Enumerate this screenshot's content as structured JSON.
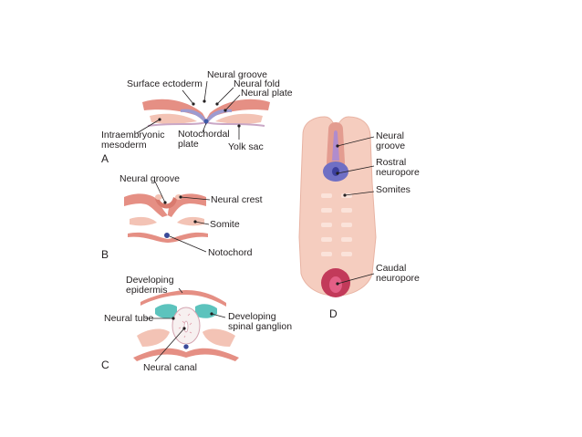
{
  "panels": {
    "a": {
      "letter": "A",
      "labels": {
        "neural_groove": "Neural groove",
        "surface_ectoderm": "Surface ectoderm",
        "neural_fold": "Neural fold",
        "neural_plate": "Neural plate",
        "intraembryonic_mesoderm_1": "Intraembryonic",
        "intraembryonic_mesoderm_2": "mesoderm",
        "notochordal_plate_1": "Notochordal",
        "notochordal_plate_2": "plate",
        "yolk_sac": "Yolk sac"
      }
    },
    "b": {
      "letter": "B",
      "labels": {
        "neural_groove": "Neural groove",
        "neural_crest": "Neural crest",
        "somite": "Somite",
        "notochord": "Notochord"
      }
    },
    "c": {
      "letter": "C",
      "labels": {
        "developing_epidermis_1": "Developing",
        "developing_epidermis_2": "epidermis",
        "neural_tube": "Neural tube",
        "developing_spinal_ganglion_1": "Developing",
        "developing_spinal_ganglion_2": "spinal ganglion",
        "neural_canal": "Neural canal"
      }
    },
    "d": {
      "letter": "D",
      "labels": {
        "neural_groove_1": "Neural",
        "neural_groove_2": "groove",
        "rostral_neuropore_1": "Rostral",
        "rostral_neuropore_2": "neuropore",
        "somites": "Somites",
        "caudal_neuropore_1": "Caudal",
        "caudal_neuropore_2": "neuropore"
      }
    }
  },
  "colors": {
    "ectoderm": "#e58f84",
    "mesoderm": "#f3c3b5",
    "body": "#f5cdbf",
    "neural_plate": "#9d9bd0",
    "ganglion": "#5cc3bd",
    "caudal_neuropore": "#c23a5a"
  }
}
